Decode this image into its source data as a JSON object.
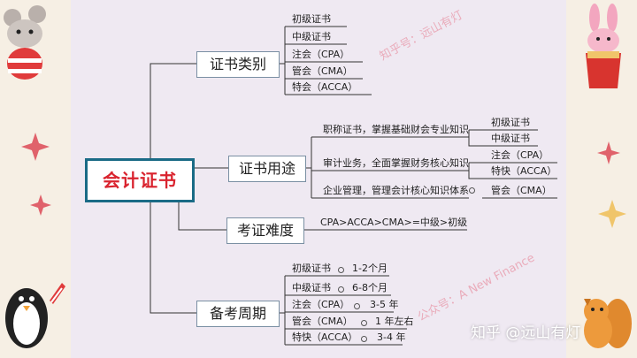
{
  "root": {
    "label": "会计证书"
  },
  "branches": {
    "category": {
      "label": "证书类别",
      "items": [
        "初级证书",
        "中级证书",
        "注会（CPA）",
        "管会（CMA）",
        "特会（ACCA）"
      ]
    },
    "usage": {
      "label": "证书用途",
      "rows": [
        {
          "desc": "职称证书，掌握基础财会专业知识",
          "certs": [
            "初级证书",
            "中级证书"
          ]
        },
        {
          "desc": "审计业务，全面掌握财务核心知识",
          "certs": [
            "注会（CPA）",
            "特快（ACCA）"
          ]
        },
        {
          "desc": "企业管理，管理会计核心知识体系",
          "certs": [
            "管会（CMA）"
          ]
        }
      ]
    },
    "difficulty": {
      "label": "考证难度",
      "text": "CPA>ACCA>CMA>=中级>初级"
    },
    "period": {
      "label": "备考周期",
      "rows": [
        {
          "cert": "初级证书",
          "time": "1-2个月"
        },
        {
          "cert": "中级证书",
          "time": "6-8个月"
        },
        {
          "cert": "注会（CPA）",
          "time": "3-5 年"
        },
        {
          "cert": "管会（CMA）",
          "time": "1 年左右"
        },
        {
          "cert": "特快（ACCA）",
          "time": "3-4 年"
        }
      ]
    }
  },
  "watermarks": {
    "zhihu_id": "知乎号：远山有灯",
    "gongzhonghao": "公众号：A New Finance",
    "credit": "知乎 @远山有灯"
  },
  "colors": {
    "root_border": "#1a6b86",
    "root_text": "#d9232e",
    "line": "#333333",
    "watermark": "#e6788c"
  },
  "decorations": [
    "mouse-sticker-icon",
    "bunny-sticker-icon",
    "penguin-sticker-icon",
    "squirrel-sticker-icon",
    "sparkle-icon"
  ]
}
